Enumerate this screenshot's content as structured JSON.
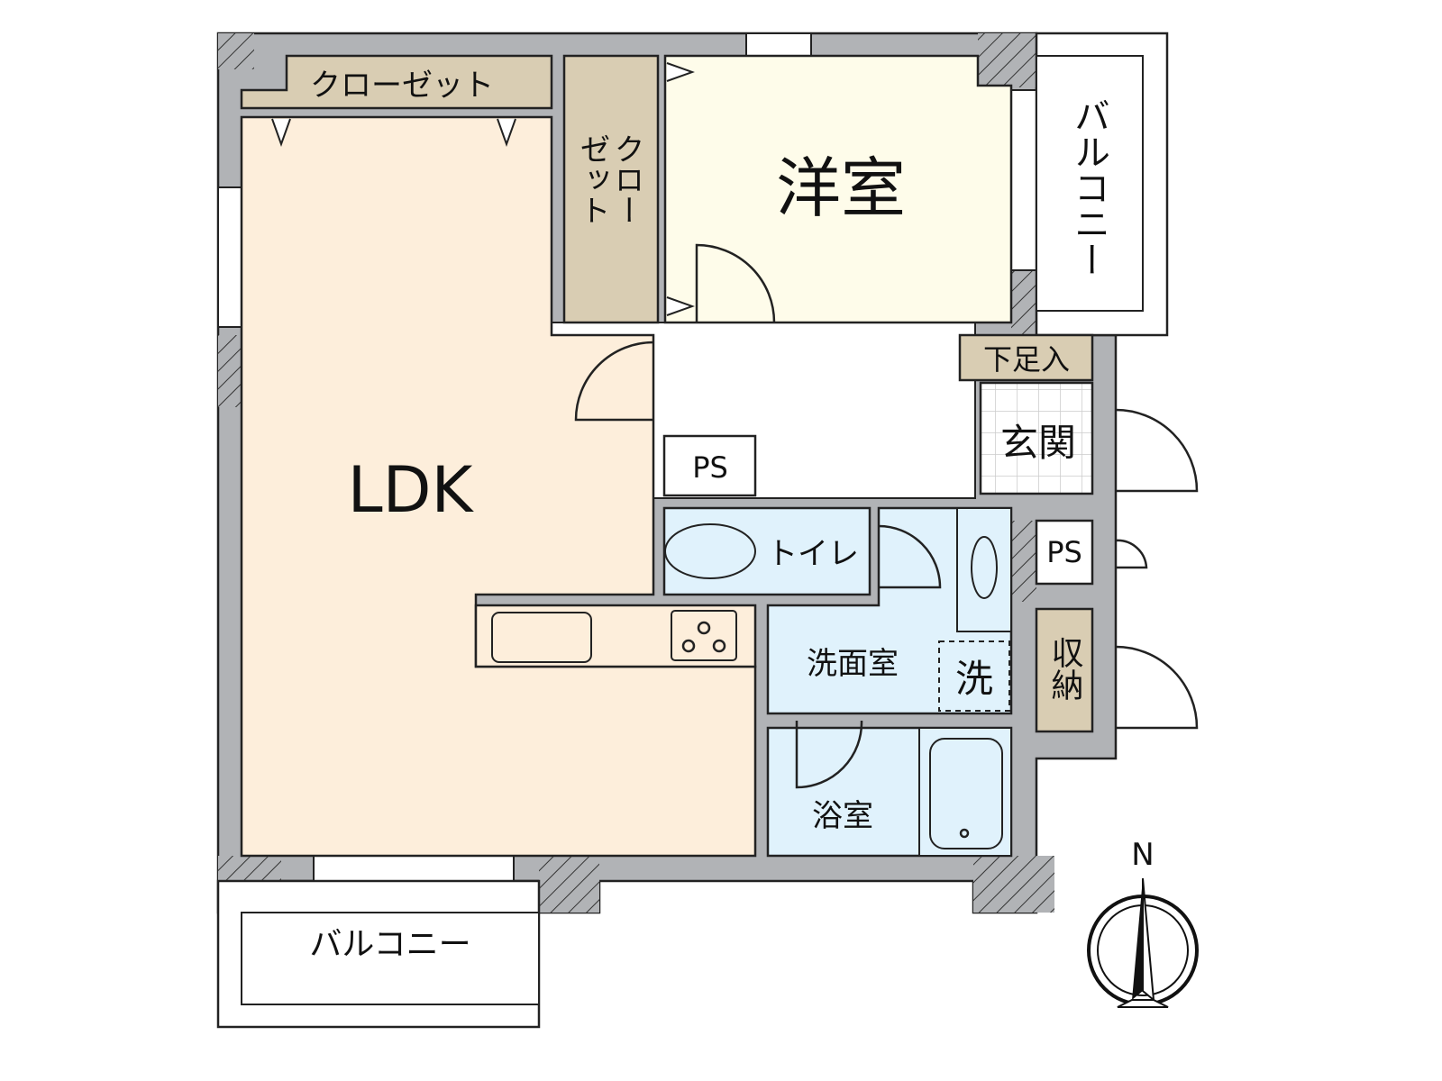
{
  "rooms": {
    "closet_top": "クローゼット",
    "closet_side_col1": "クロー",
    "closet_side_col2": "ゼット",
    "western_room": "洋室",
    "balcony_right": "バルコニー",
    "ldk": "LDK",
    "ps_hall": "PS",
    "toilet": "トイレ",
    "washroom": "洗面室",
    "washer": "洗",
    "bathroom": "浴室",
    "shoe_storage": "下足入",
    "entrance": "玄関",
    "ps_outer": "PS",
    "storage": "収納",
    "balcony_bottom": "バルコニー"
  },
  "compass": {
    "north_label": "N"
  },
  "colors": {
    "wall": "#b1b3b6",
    "ldk": "#fdeedb",
    "western": "#fefcea",
    "closet": "#d9cdb3",
    "wet": "#e0f2fc"
  }
}
